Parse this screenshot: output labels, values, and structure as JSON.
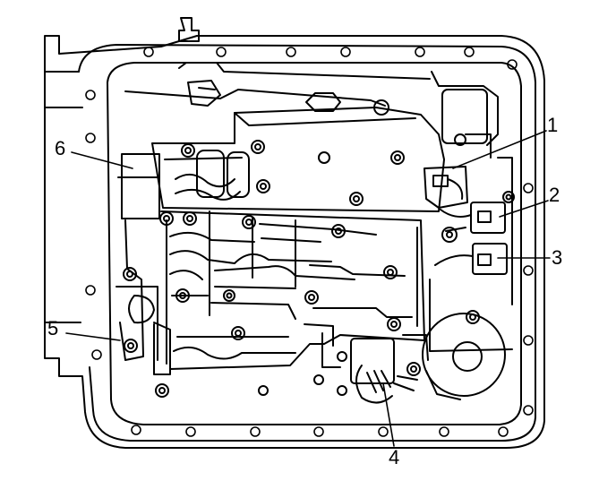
{
  "colors": {
    "ink": "#000000",
    "paper": "#ffffff"
  },
  "callouts": [
    {
      "id": "c1",
      "label": "1"
    },
    {
      "id": "c2",
      "label": "2"
    },
    {
      "id": "c3",
      "label": "3"
    },
    {
      "id": "c4",
      "label": "4"
    },
    {
      "id": "c5",
      "label": "5"
    },
    {
      "id": "c6",
      "label": "6"
    }
  ]
}
